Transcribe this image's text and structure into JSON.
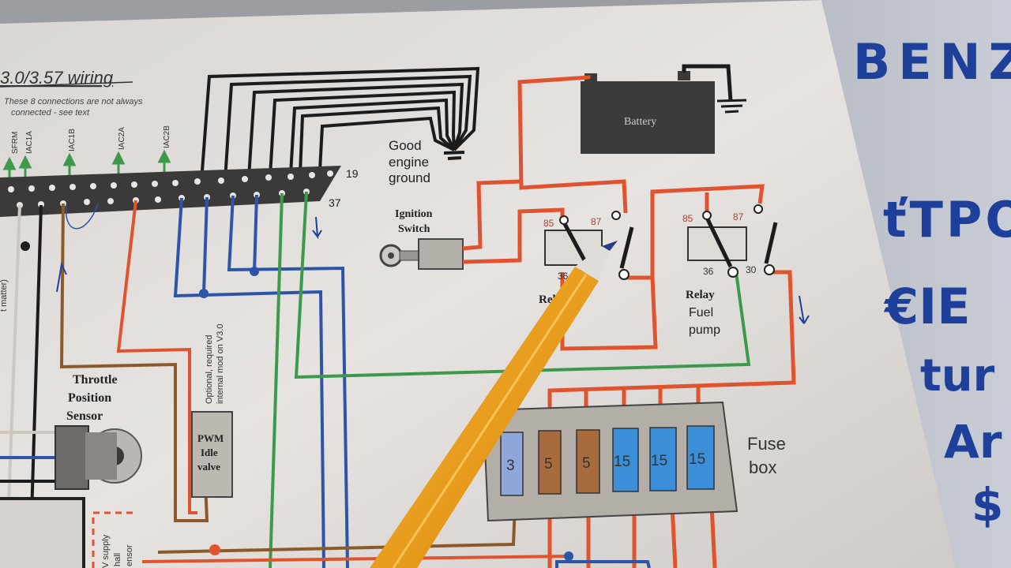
{
  "diagram": {
    "title": "3.0/3.57 wiring",
    "note_line1": "These 8 connections are not always",
    "note_line2": "connected - see text",
    "pin_labels": [
      "SFRM",
      "IAC1A",
      "IAC1B",
      "IAC2A",
      "IAC2B"
    ],
    "connector_pin_top": "19",
    "connector_pin_bottom": "37",
    "ground_label_1": "Good",
    "ground_label_2": "engine",
    "ground_label_3": "ground",
    "battery_label": "Battery",
    "ignition_label_1": "Ignition",
    "ignition_label_2": "Switch",
    "relay1": {
      "pin_85": "85",
      "pin_87": "87",
      "pin_86": "36",
      "label": "Rel"
    },
    "relay2": {
      "pin_85": "85",
      "pin_87": "87",
      "pin_86": "36",
      "pin_30": "30",
      "label": "Relay",
      "sub_1": "Fuel",
      "sub_2": "pump"
    },
    "tps_1": "Throttle",
    "tps_2": "Position",
    "tps_3": "Sensor",
    "pwm_1": "PWM",
    "pwm_2": "Idle",
    "pwm_3": "valve",
    "optional_1": "Optional, required",
    "optional_2": "internal mod on V3.0",
    "left_edge_text": "t matter)",
    "supply_1": "V supply",
    "supply_2": "hall",
    "supply_3": "ensor",
    "fuse_box_1": "Fuse",
    "fuse_box_2": "box",
    "fuses": [
      "3",
      "5",
      "5",
      "15",
      "15",
      "15"
    ]
  },
  "handwriting": {
    "line1": "BENZ",
    "line2": "ťTPO",
    "line3": "€IE",
    "line4": "tur",
    "line5": "Ar",
    "line6": "$"
  },
  "colors": {
    "red_wire": "#e0532f",
    "blue_wire": "#2c55a8",
    "green_wire": "#3d9a4a",
    "brown_wire": "#8b5a2b",
    "black_wire": "#1c1c1c",
    "pen_body": "#f0a020",
    "handwriting_ink": "#1e3f9a"
  }
}
